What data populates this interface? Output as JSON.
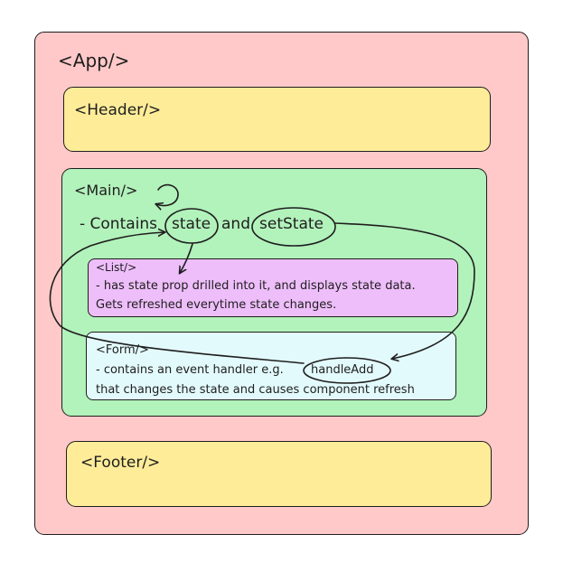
{
  "components": {
    "app": "<App/>",
    "header": "<Header/>",
    "main": "<Main/>",
    "footer": "<Footer/>",
    "list": "<List/>",
    "form": "<Form/>"
  },
  "main_text": {
    "contains": "- Contains",
    "state": "state",
    "and": "and",
    "setState": "setState"
  },
  "list_text": {
    "line1": "- has state prop drilled into it, and displays state data.",
    "line2": "Gets refreshed everytime state changes."
  },
  "form_text": {
    "line1": "- contains an event handler e.g.",
    "handler": "handleAdd",
    "line2": "that changes the state and causes component refresh"
  },
  "colors": {
    "app": "#ffc9c9",
    "header": "#ffec99",
    "main": "#b2f2bb",
    "list": "#eebefa",
    "form": "#e3fafc",
    "footer": "#ffec99",
    "stroke": "#1e1e1e"
  }
}
